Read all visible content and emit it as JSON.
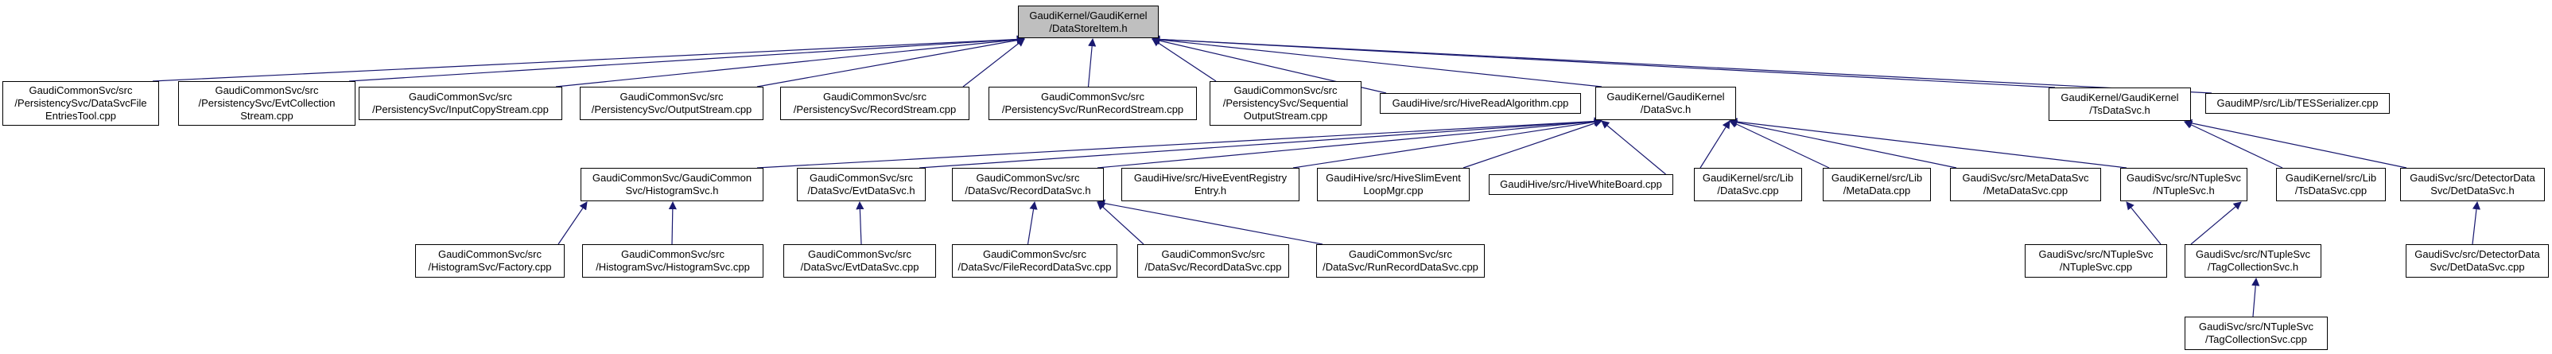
{
  "graph": {
    "edge_color": "#191970",
    "node_border_color": "#000000",
    "node_fill_color": "#ffffff",
    "highlight_fill_color": "#bfbfbf",
    "nodes": [
      {
        "id": "dsi",
        "label": "GaudiKernel/GaudiKernel\n/DataStoreItem.h",
        "highlighted": true
      },
      {
        "id": "dsfet",
        "label": "GaudiCommonSvc/src\n/PersistencySvc/DataSvcFile\nEntriesTool.cpp"
      },
      {
        "id": "ecs",
        "label": "GaudiCommonSvc/src\n/PersistencySvc/EvtCollection\nStream.cpp"
      },
      {
        "id": "ics",
        "label": "GaudiCommonSvc/src\n/PersistencySvc/InputCopyStream.cpp"
      },
      {
        "id": "os",
        "label": "GaudiCommonSvc/src\n/PersistencySvc/OutputStream.cpp"
      },
      {
        "id": "rs",
        "label": "GaudiCommonSvc/src\n/PersistencySvc/RecordStream.cpp"
      },
      {
        "id": "rrs",
        "label": "GaudiCommonSvc/src\n/PersistencySvc/RunRecordStream.cpp"
      },
      {
        "id": "sos",
        "label": "GaudiCommonSvc/src\n/PersistencySvc/Sequential\nOutputStream.cpp"
      },
      {
        "id": "hra",
        "label": "GaudiHive/src/HiveReadAlgorithm.cpp"
      },
      {
        "id": "datasvc",
        "label": "GaudiKernel/GaudiKernel\n/DataSvc.h"
      },
      {
        "id": "tsdatasvc",
        "label": "GaudiKernel/GaudiKernel\n/TsDataSvc.h"
      },
      {
        "id": "tess",
        "label": "GaudiMP/src/Lib/TESSerializer.cpp"
      },
      {
        "id": "histsvc",
        "label": "GaudiCommonSvc/GaudiCommon\nSvc/HistogramSvc.h"
      },
      {
        "id": "evtdsvc",
        "label": "GaudiCommonSvc/src\n/DataSvc/EvtDataSvc.h"
      },
      {
        "id": "recdsvc",
        "label": "GaudiCommonSvc/src\n/DataSvc/RecordDataSvc.h"
      },
      {
        "id": "here",
        "label": "GaudiHive/src/HiveEventRegistry\nEntry.h"
      },
      {
        "id": "hselm",
        "label": "GaudiHive/src/HiveSlimEvent\nLoopMgr.cpp"
      },
      {
        "id": "hwb",
        "label": "GaudiHive/src/HiveWhiteBoard.cpp"
      },
      {
        "id": "datasvccpp",
        "label": "GaudiKernel/src/Lib\n/DataSvc.cpp"
      },
      {
        "id": "metadata",
        "label": "GaudiKernel/src/Lib\n/MetaData.cpp"
      },
      {
        "id": "mdsvccpp",
        "label": "GaudiSvc/src/MetaDataSvc\n/MetaDataSvc.cpp"
      },
      {
        "id": "ntuplesvch",
        "label": "GaudiSvc/src/NTupleSvc\n/NTupleSvc.h"
      },
      {
        "id": "tsdsvccpp",
        "label": "GaudiKernel/src/Lib\n/TsDataSvc.cpp"
      },
      {
        "id": "detdsvch",
        "label": "GaudiSvc/src/DetectorData\nSvc/DetDataSvc.h"
      },
      {
        "id": "factory",
        "label": "GaudiCommonSvc/src\n/HistogramSvc/Factory.cpp"
      },
      {
        "id": "histsvccpp",
        "label": "GaudiCommonSvc/src\n/HistogramSvc/HistogramSvc.cpp"
      },
      {
        "id": "evtdsvccpp",
        "label": "GaudiCommonSvc/src\n/DataSvc/EvtDataSvc.cpp"
      },
      {
        "id": "frdsvccpp",
        "label": "GaudiCommonSvc/src\n/DataSvc/FileRecordDataSvc.cpp"
      },
      {
        "id": "rdsvccpp",
        "label": "GaudiCommonSvc/src\n/DataSvc/RecordDataSvc.cpp"
      },
      {
        "id": "rrdsvccpp",
        "label": "GaudiCommonSvc/src\n/DataSvc/RunRecordDataSvc.cpp"
      },
      {
        "id": "ntsvccpp",
        "label": "GaudiSvc/src/NTupleSvc\n/NTupleSvc.cpp"
      },
      {
        "id": "tagcolh",
        "label": "GaudiSvc/src/NTupleSvc\n/TagCollectionSvc.h"
      },
      {
        "id": "detdsvccpp",
        "label": "GaudiSvc/src/DetectorData\nSvc/DetDataSvc.cpp"
      },
      {
        "id": "tagcolcpp",
        "label": "GaudiSvc/src/NTupleSvc\n/TagCollectionSvc.cpp"
      }
    ],
    "edges": [
      {
        "from": "dsfet",
        "to": "dsi"
      },
      {
        "from": "ecs",
        "to": "dsi"
      },
      {
        "from": "ics",
        "to": "dsi"
      },
      {
        "from": "os",
        "to": "dsi"
      },
      {
        "from": "rs",
        "to": "dsi"
      },
      {
        "from": "rrs",
        "to": "dsi"
      },
      {
        "from": "sos",
        "to": "dsi"
      },
      {
        "from": "hra",
        "to": "dsi"
      },
      {
        "from": "datasvc",
        "to": "dsi"
      },
      {
        "from": "tsdatasvc",
        "to": "dsi"
      },
      {
        "from": "tess",
        "to": "dsi"
      },
      {
        "from": "histsvc",
        "to": "datasvc"
      },
      {
        "from": "evtdsvc",
        "to": "datasvc"
      },
      {
        "from": "recdsvc",
        "to": "datasvc"
      },
      {
        "from": "here",
        "to": "datasvc"
      },
      {
        "from": "hselm",
        "to": "datasvc"
      },
      {
        "from": "hwb",
        "to": "datasvc"
      },
      {
        "from": "datasvccpp",
        "to": "datasvc"
      },
      {
        "from": "metadata",
        "to": "datasvc"
      },
      {
        "from": "mdsvccpp",
        "to": "datasvc"
      },
      {
        "from": "ntuplesvch",
        "to": "datasvc"
      },
      {
        "from": "tsdsvccpp",
        "to": "tsdatasvc"
      },
      {
        "from": "detdsvch",
        "to": "tsdatasvc"
      },
      {
        "from": "factory",
        "to": "histsvc"
      },
      {
        "from": "histsvccpp",
        "to": "histsvc"
      },
      {
        "from": "evtdsvccpp",
        "to": "evtdsvc"
      },
      {
        "from": "frdsvccpp",
        "to": "recdsvc"
      },
      {
        "from": "rdsvccpp",
        "to": "recdsvc"
      },
      {
        "from": "rrdsvccpp",
        "to": "recdsvc"
      },
      {
        "from": "ntsvccpp",
        "to": "ntuplesvch"
      },
      {
        "from": "tagcolh",
        "to": "ntuplesvch"
      },
      {
        "from": "detdsvccpp",
        "to": "detdsvch"
      },
      {
        "from": "tagcolcpp",
        "to": "tagcolh"
      }
    ]
  }
}
